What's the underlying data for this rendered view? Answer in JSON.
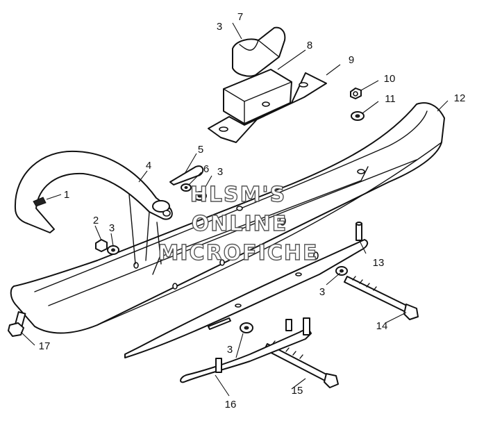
{
  "watermark": {
    "line1": "HLSM'S",
    "line2": "ONLINE",
    "line3": "MICROFICHE"
  },
  "callouts": {
    "c1": "1",
    "c2": "2",
    "c3a": "3",
    "c3b": "3",
    "c3c": "3",
    "c3d": "3",
    "c3e": "3",
    "c4": "4",
    "c5": "5",
    "c6": "6",
    "c7": "7",
    "c8": "8",
    "c9": "9",
    "c10": "10",
    "c11": "11",
    "c12": "12",
    "c13": "13",
    "c14": "14",
    "c15": "15",
    "c16": "16",
    "c17": "17"
  }
}
